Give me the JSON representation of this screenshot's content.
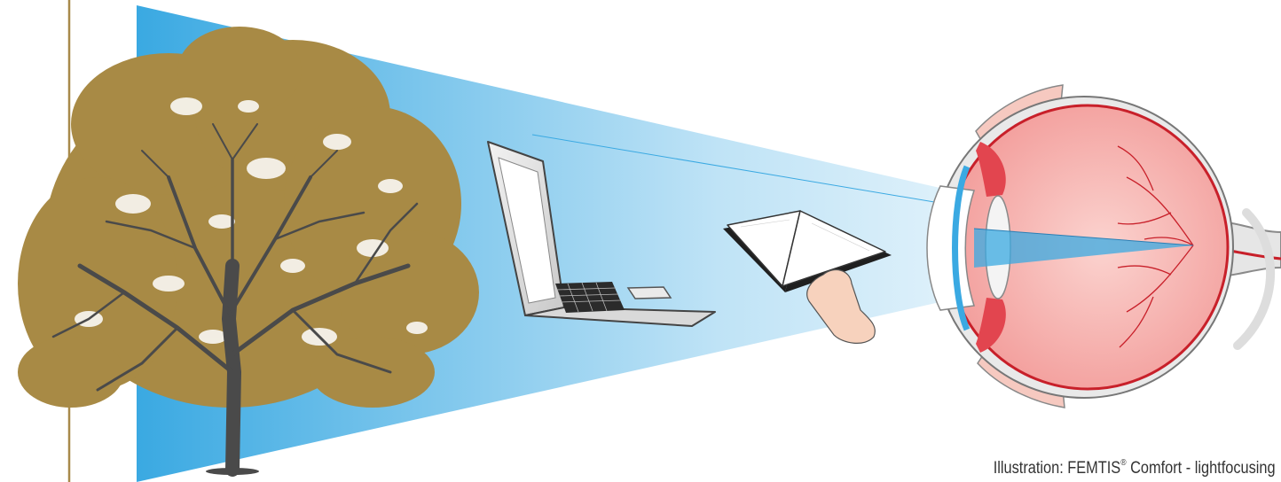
{
  "caption": {
    "prefix": "Illustration: FEMTIS",
    "mark": "®",
    "suffix": " Comfort - lightfocusing"
  },
  "illustration": {
    "objects": [
      "tree",
      "laptop",
      "open-book-in-hand",
      "eye-cross-section"
    ],
    "colors": {
      "light_cone_edge": "#3aa9e2",
      "light_cone_fade": "#ffffff",
      "tree_foliage": "#a88a45",
      "tree_trunk": "#4a4a4a",
      "divider_line": "#a88a4a",
      "sclera": "#e9e9e9",
      "eye_interior": "#f3a3a3",
      "retina_vessels": "#c8202a",
      "cornea": "#3aa9e2"
    }
  }
}
